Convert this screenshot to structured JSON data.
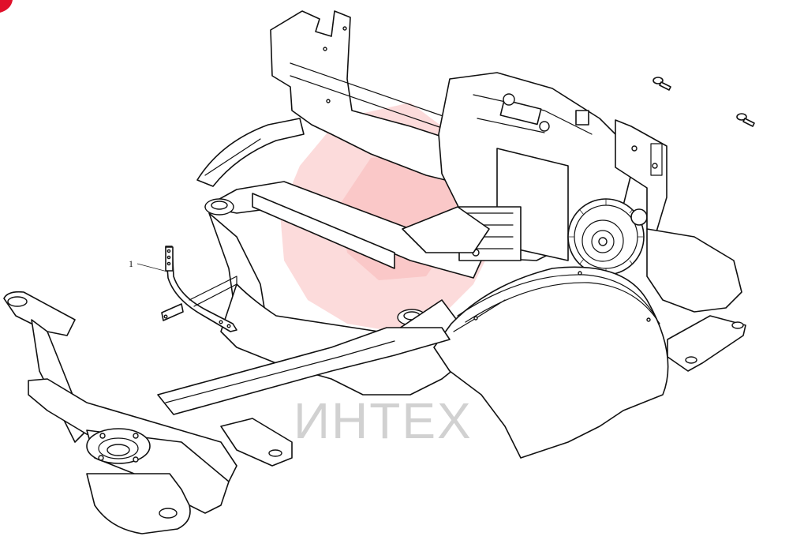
{
  "diagram": {
    "callouts": [
      {
        "number": "1",
        "part": "bracket"
      }
    ],
    "watermark": {
      "text": "ИНТЕХ",
      "color": "#f25b5b"
    },
    "corner_marker_color": "#e0102a"
  }
}
